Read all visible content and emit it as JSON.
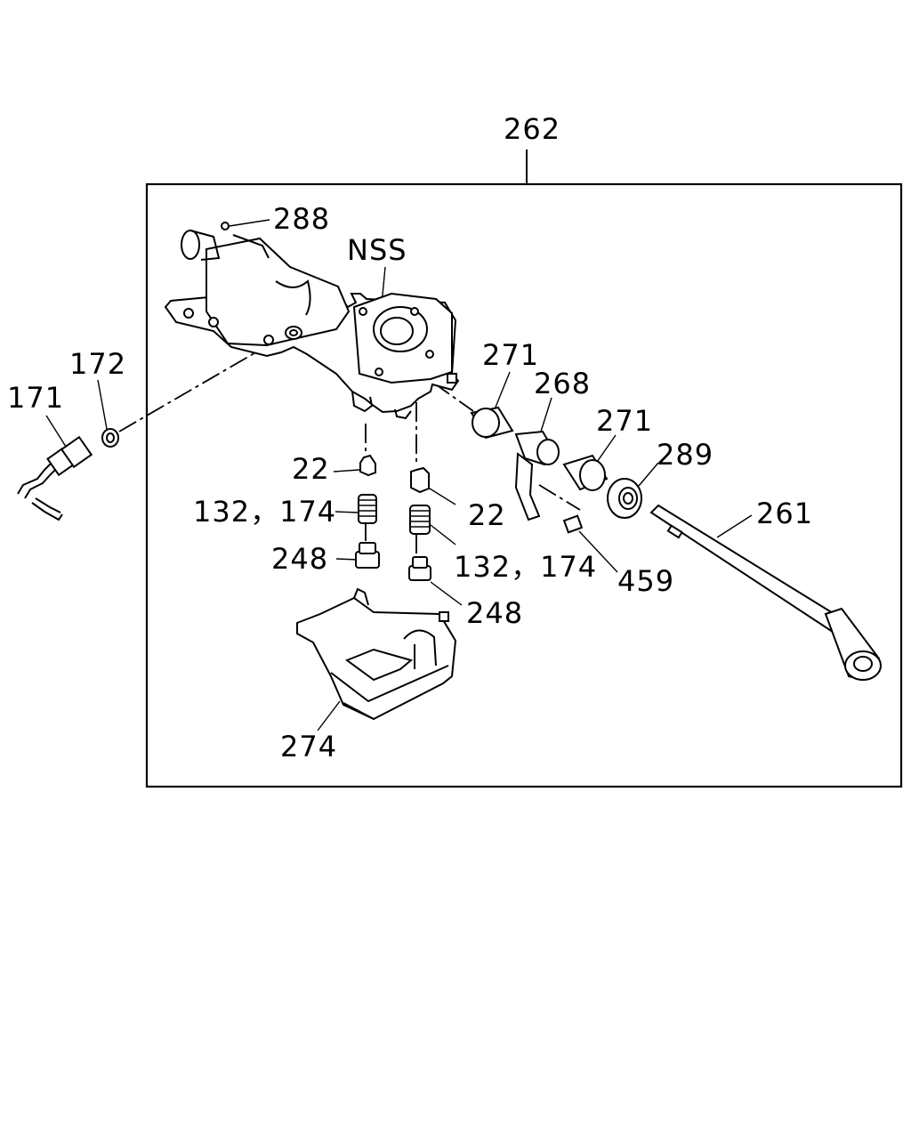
{
  "diagram": {
    "labels": {
      "l262": "262",
      "l288": "288",
      "lnss": "NSS",
      "l172": "172",
      "l171": "171",
      "l271a": "271",
      "l268": "268",
      "l271b": "271",
      "l289": "289",
      "l261": "261",
      "l22a": "22",
      "l22b": "22",
      "l132a": "132，174",
      "l132b": "132，174",
      "l248a": "248",
      "l248b": "248",
      "l459": "459",
      "l274": "274"
    }
  }
}
